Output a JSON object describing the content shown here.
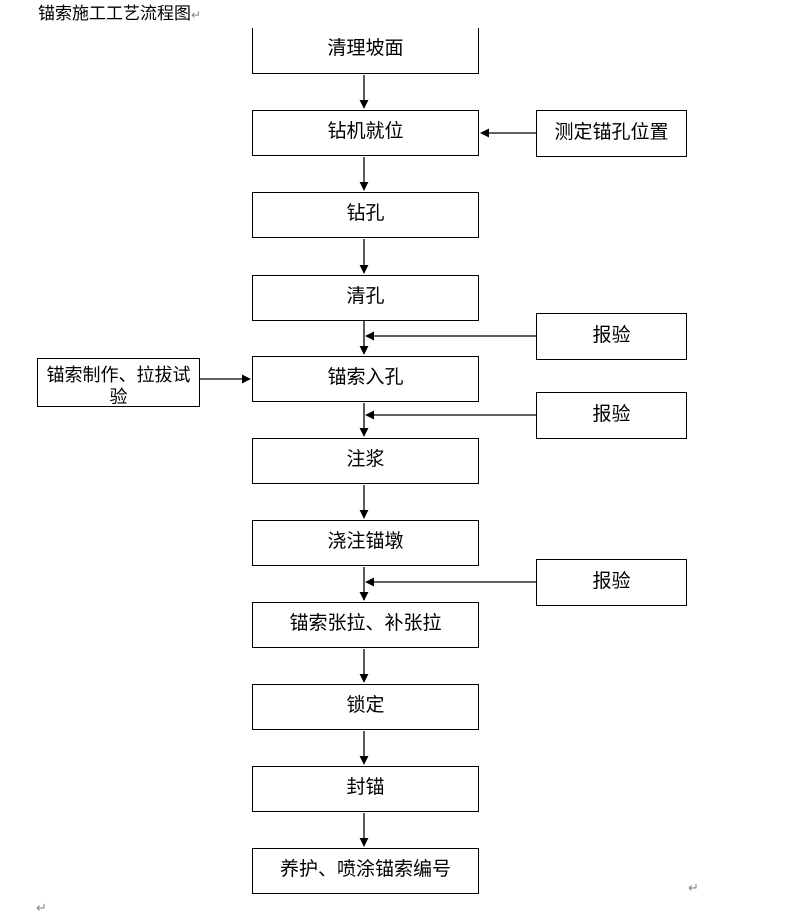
{
  "title": "锚索施工工艺流程图",
  "paragraph_mark": "↵",
  "steps": [
    "清理坡面",
    "钻机就位",
    "钻孔",
    "清孔",
    "锚索入孔",
    "注浆",
    "浇注锚墩",
    "锚索张拉、补张拉",
    "锁定",
    "封锚",
    "养护、喷涂锚索编号"
  ],
  "side_inputs": {
    "position": "测定锚孔位置",
    "inspection_1": "报验",
    "inspection_2": "报验",
    "inspection_3": "报验",
    "anchor_prep": "锚索制作、拉拔试验"
  }
}
